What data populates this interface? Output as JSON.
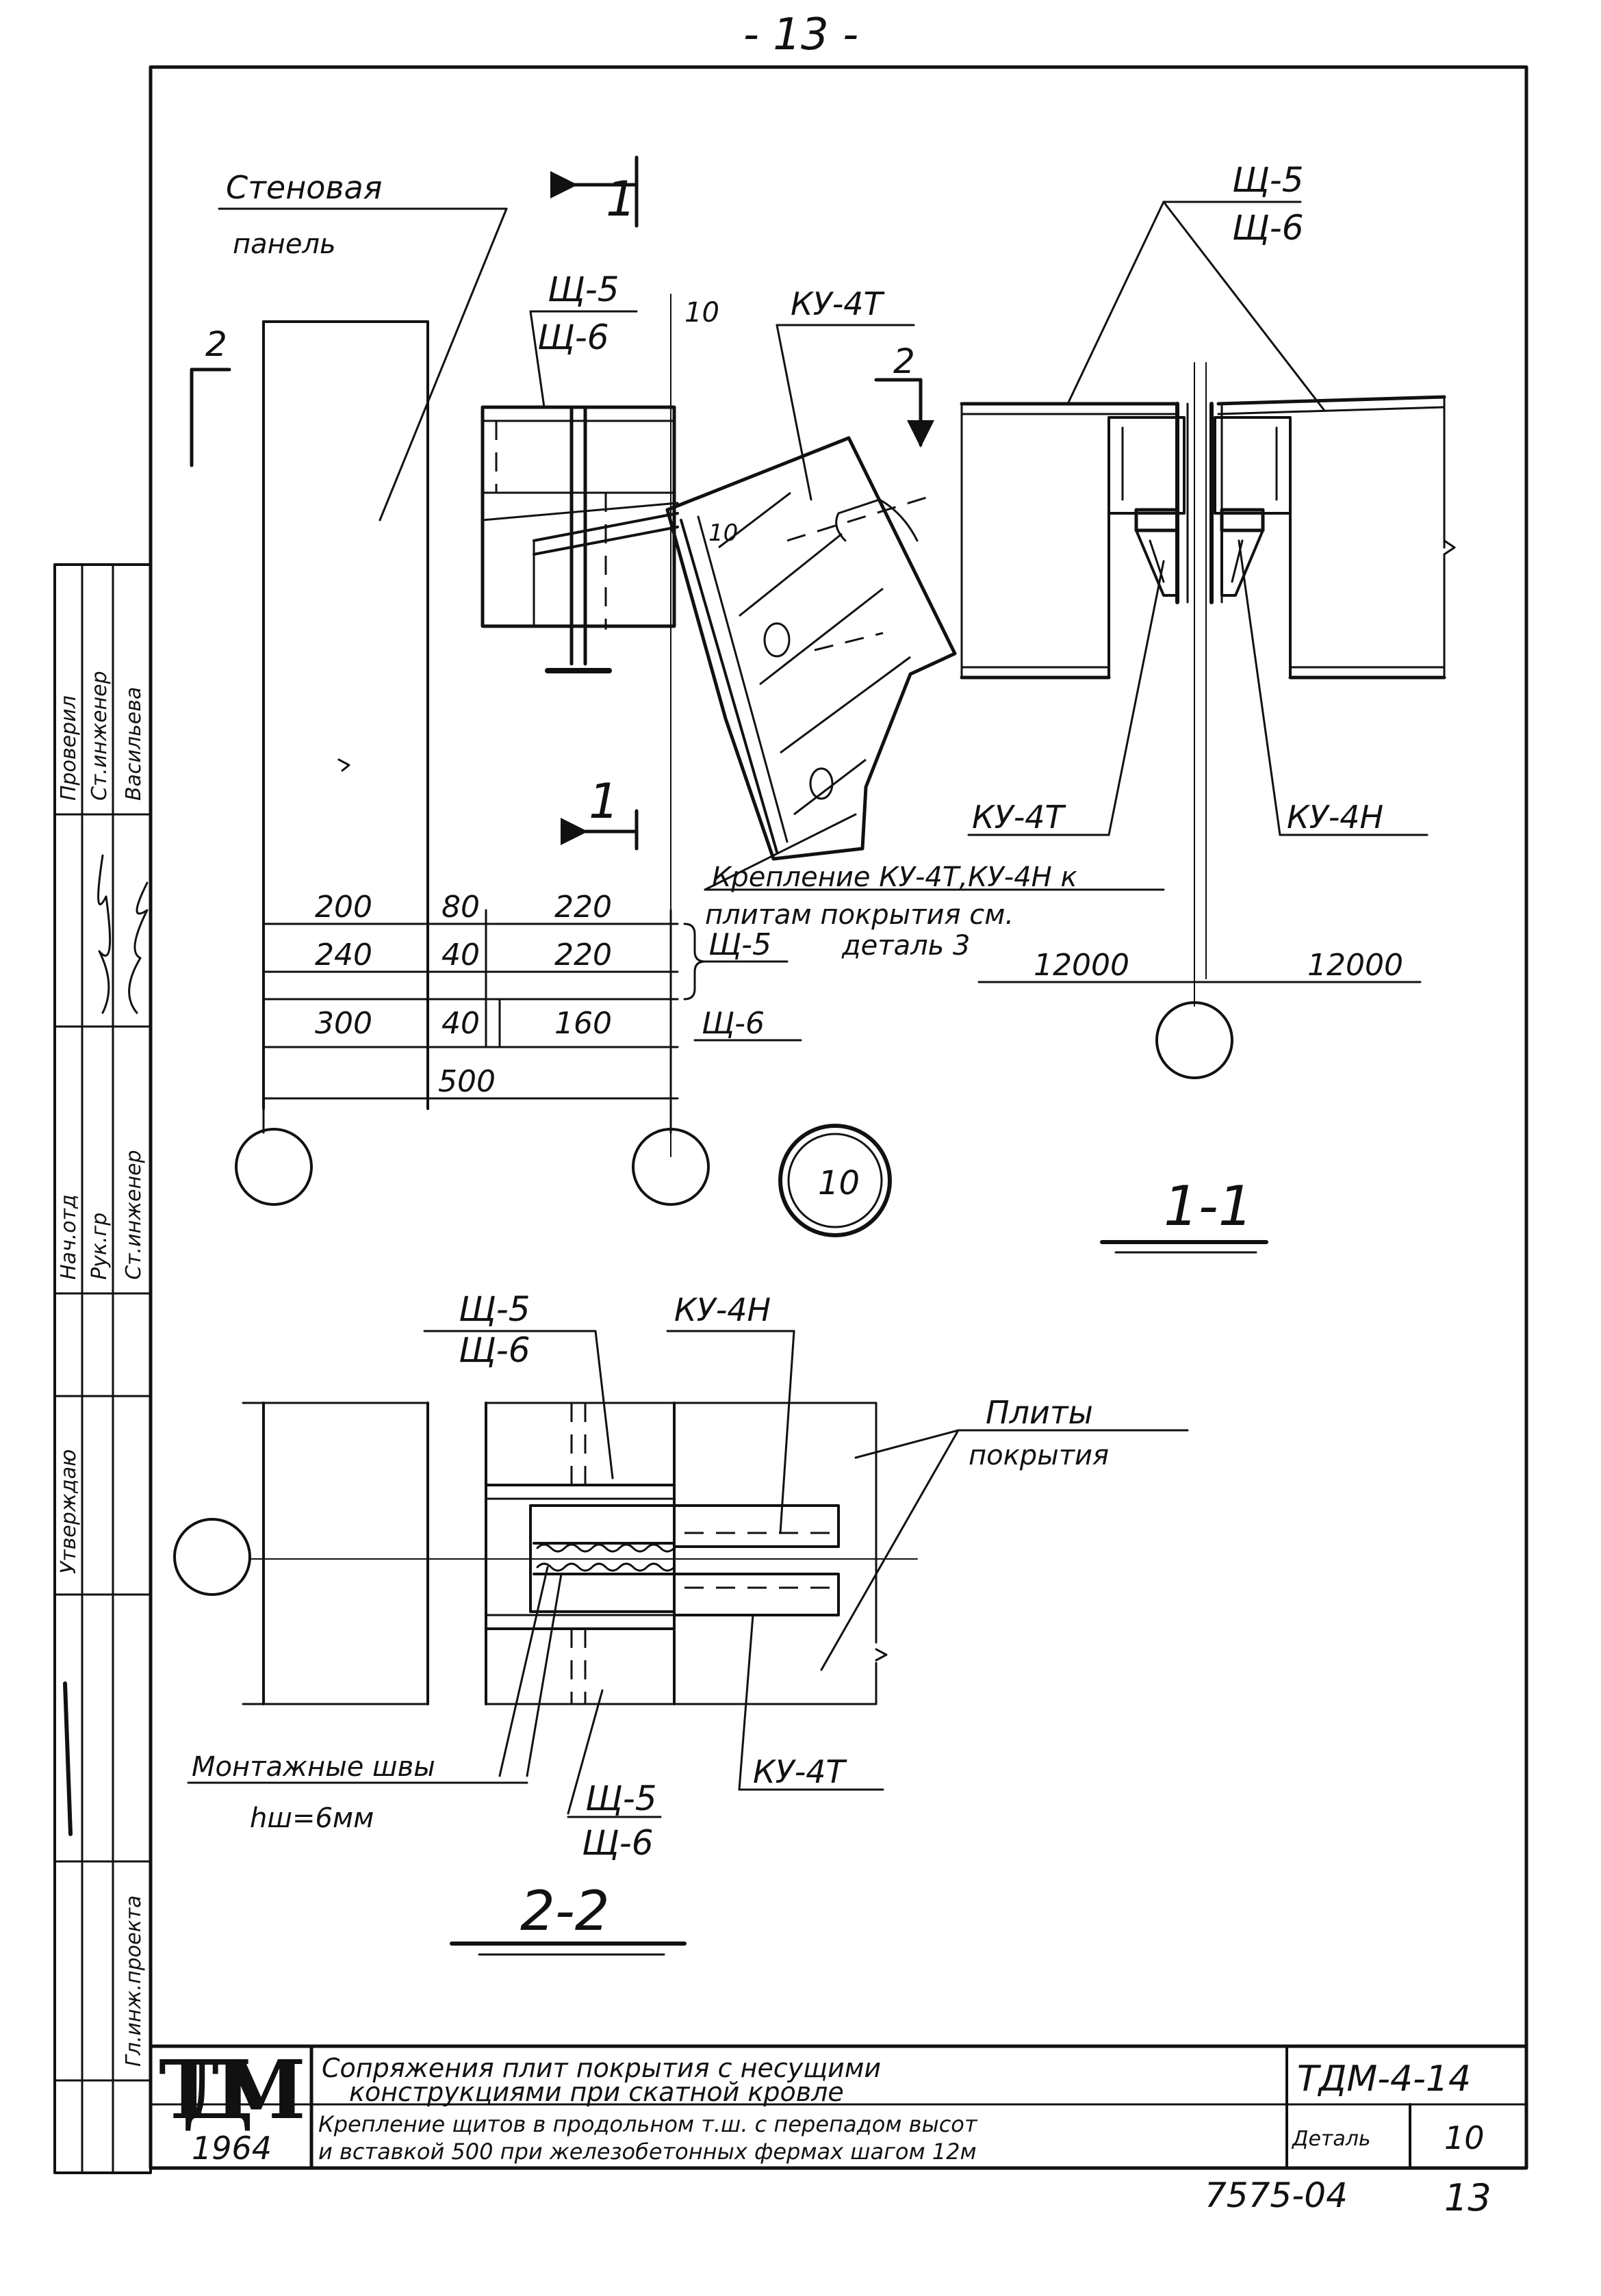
{
  "page_number": "- 13 -",
  "section_marks": {
    "cut1_top": "1",
    "cut1_bottom": "1",
    "cut2_left": "2",
    "cut2_right": "2"
  },
  "plan_labels": {
    "wall_panel_1": "Стеновая",
    "wall_panel_2": "панель",
    "panel_a": "Щ-5",
    "panel_b": "Щ-6",
    "truss_t": "КУ-4Т",
    "gap": "10",
    "detail_ref_1": "Крепление КУ-4Т,КУ-4Н к",
    "detail_ref_2": "плитам покрытия см.",
    "detail_ref_3": "деталь 3"
  },
  "dimensions": {
    "row1": [
      "200",
      "80",
      "220"
    ],
    "row2": [
      "240",
      "40",
      "220"
    ],
    "row3": [
      "300",
      "40",
      "160"
    ],
    "row12_label": "Щ-5",
    "row3_label": "Щ-6",
    "total": "500",
    "callout": "10"
  },
  "section_1_1": {
    "panel_a": "Щ-5",
    "panel_b": "Щ-6",
    "truss_t": "КУ-4Т",
    "truss_n": "КУ-4Н",
    "span_left": "12000",
    "span_right": "12000",
    "title": "1-1"
  },
  "section_2_2": {
    "panel_a_top": "Щ-5",
    "panel_b_top": "Щ-6",
    "truss_n": "КУ-4Н",
    "slabs_1": "Плиты",
    "slabs_2": "покрытия",
    "welds_1": "Монтажные швы",
    "welds_2": "hш=6мм",
    "panel_a_bottom": "Щ-5",
    "panel_b_bottom": "Щ-6",
    "truss_t": "КУ-4Т",
    "title": "2-2"
  },
  "side_stamp": {
    "col1": [
      "Проверил",
      "Ст.инженер",
      "Васильева"
    ],
    "col2": [
      "Нач.отд",
      "Рук.гр",
      "Ст.инженер"
    ],
    "col3": [
      "Утверждаю",
      "Гл.инж.проекта"
    ]
  },
  "title_block": {
    "org": "ТДМ",
    "year": "1964",
    "title_1": "Сопряжения плит покрытия с несущими",
    "title_2": "конструкциями при скатной кровле",
    "subtitle_1": "Крепление щитов в продольном т.ш. с перепадом высот",
    "subtitle_2": "и вставкой 500 при железобетонных фермах шагом 12м",
    "code": "ТДМ-4-14",
    "detail_label": "Деталь",
    "detail_no": "10",
    "inventory": "7575-04",
    "sheet": "13"
  }
}
